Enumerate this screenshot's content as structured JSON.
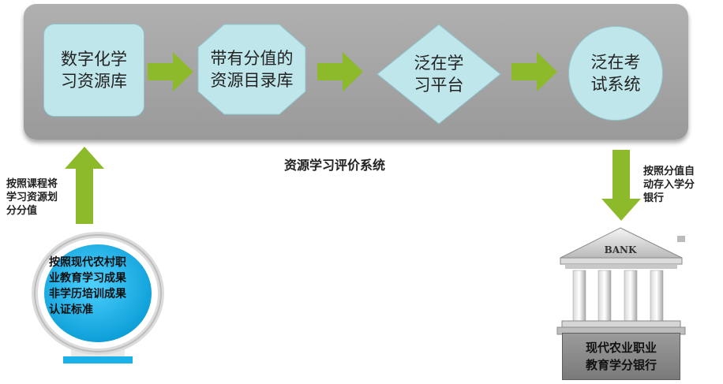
{
  "diagram": {
    "nodes": [
      {
        "id": "digital",
        "lines": [
          "数字化学",
          "习资源库"
        ],
        "shape": "rounded-rect"
      },
      {
        "id": "catalog",
        "lines": [
          "带有分值的",
          "资源目录库"
        ],
        "shape": "octagon"
      },
      {
        "id": "platform",
        "lines": [
          "泛在学",
          "习平台"
        ],
        "shape": "diamond"
      },
      {
        "id": "exam",
        "lines": [
          "泛在考",
          "试系统"
        ],
        "shape": "circle"
      }
    ],
    "system_label": "资源学习评价系统",
    "left_note_lines": [
      "按照课程将",
      "学习资源划",
      "分分值"
    ],
    "right_note_lines": [
      "按照分值自",
      "动存入学分",
      "银行"
    ],
    "globe_lines": [
      "按照现代农村职",
      "业教育学习成果",
      "非学历培训成果",
      "认证标准"
    ],
    "bank": {
      "sign": "BANK",
      "label_lines": [
        "现代农业职业",
        "教育学分银行"
      ]
    },
    "colors": {
      "panel": "#a6a6a6",
      "node_fill": "#bfe6ea",
      "arrow": "#8cba2a",
      "globe": "#1ab0e8"
    },
    "icons": [
      "arrow-right-icon",
      "arrow-up-icon",
      "arrow-down-icon",
      "bank-building-icon",
      "globe-icon"
    ]
  }
}
